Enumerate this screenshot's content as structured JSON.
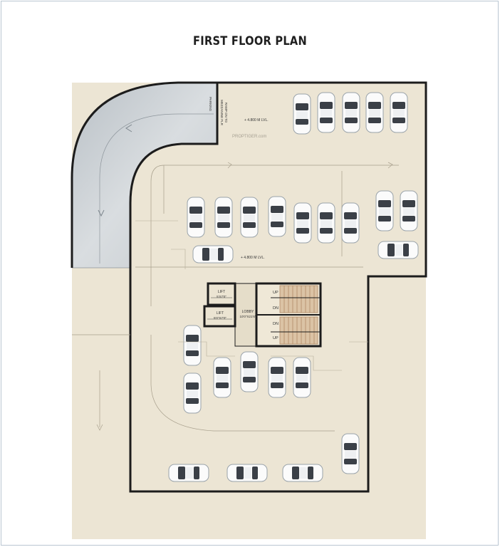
{
  "title": "FIRST FLOOR PLAN",
  "watermark": "PROPTIGER.com",
  "levels": {
    "upper": "+ 4.800 M LVL.",
    "lower": "+ 4.800 M LVL."
  },
  "ramp": {
    "label_1": "RAMP ON TO",
    "label_2": "MEZZANINE FLR",
    "label_3": "PARKING"
  },
  "core": {
    "lift_1_label": "LIFT",
    "lift_1_size": "5'X7'0\"",
    "lift_2_label": "LIFT",
    "lift_2_size": "5'0\"X7'0\"",
    "lobby_label": "LOBBY",
    "lobby_size": "10'0\"X21'6\"",
    "stair_labels": [
      "UP",
      "DN",
      "DN",
      "UP"
    ]
  },
  "colors": {
    "site": "#ece5d4",
    "ramp": "#c9ced3",
    "wall": "#1c1c1c",
    "stair": "#dbc3a5"
  }
}
